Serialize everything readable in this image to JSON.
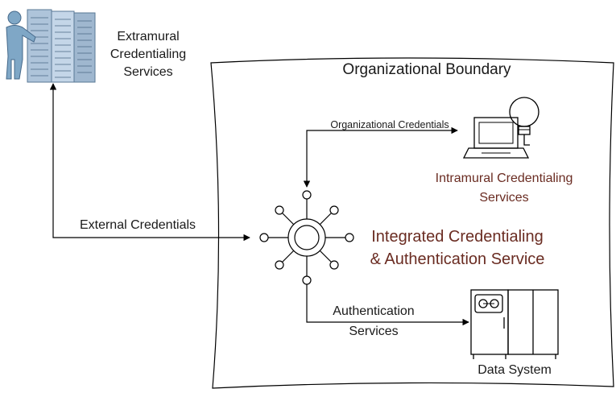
{
  "labels": {
    "extramural_line1": "Extramural",
    "extramural_line2": "Credentialing",
    "extramural_line3": "Services",
    "boundary_title": "Organizational Boundary",
    "org_credentials": "Organizational Credentials",
    "intramural_line1": "Intramural Credentialing",
    "intramural_line2": "Services",
    "external_credentials": "External Credentials",
    "integrated_line1": "Integrated Credentialing",
    "integrated_line2": "& Authentication Service",
    "auth_services_line1": "Authentication",
    "auth_services_line2": "Services",
    "data_system": "Data System"
  },
  "colors": {
    "accent_text": "#6a2c22",
    "line": "#000000",
    "server_fill": "#9fb7cf",
    "person_fill": "#7fa7c6"
  },
  "icons": {
    "extramural": "server-rack-with-person-icon",
    "intramural": "laptop-with-bulb-icon",
    "data_system": "mainframe-computer-icon",
    "hub": "hub-node-icon"
  }
}
